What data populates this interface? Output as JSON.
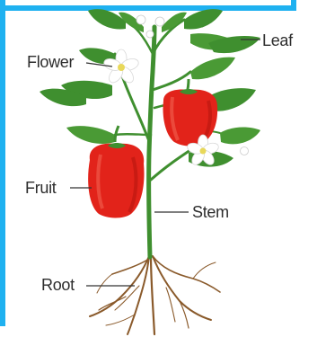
{
  "labels": {
    "flower": "Flower",
    "leaf": "Leaf",
    "fruit": "Fruit",
    "stem": "Stem",
    "root": "Root"
  },
  "colors": {
    "frame": "#1fb1f0",
    "leaf": "#3f8f2f",
    "leaf_light": "#5cae3d",
    "fruit": "#e2231a",
    "fruit_dark": "#b8150f",
    "flower": "#ffffff",
    "flower_center": "#e8d85a",
    "root": "#8a5a2b",
    "line": "#333333"
  }
}
